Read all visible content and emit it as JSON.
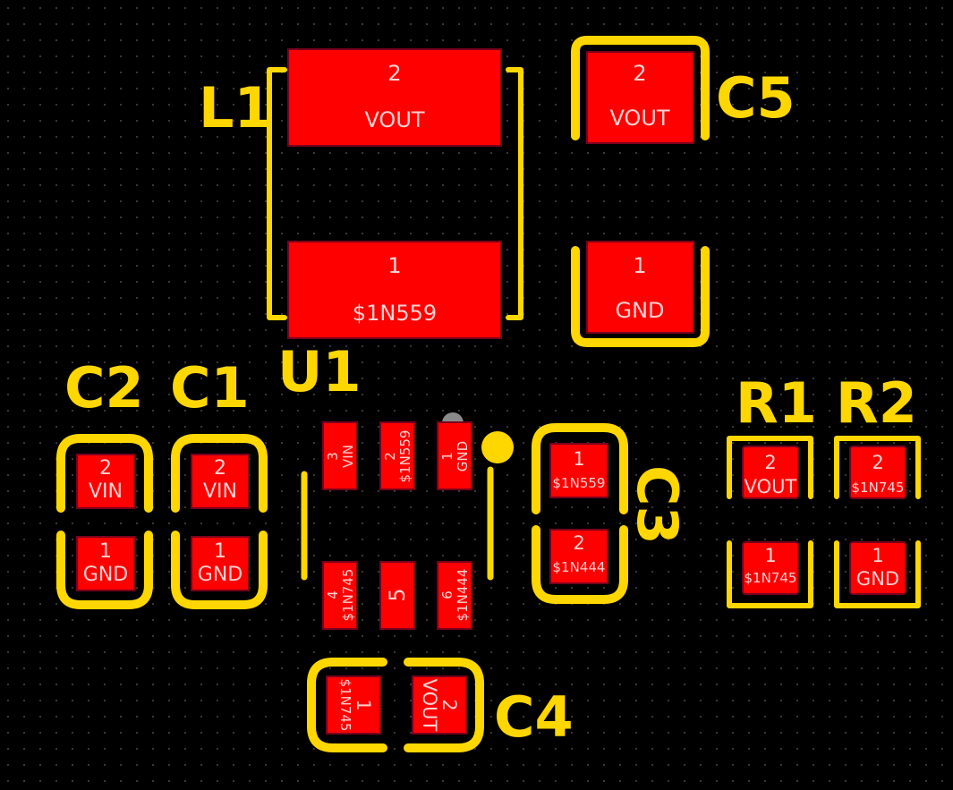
{
  "components": {
    "L1": {
      "ref": "L1",
      "pads": [
        {
          "num": "2",
          "net": "VOUT"
        },
        {
          "num": "1",
          "net": "$1N559"
        }
      ]
    },
    "C5": {
      "ref": "C5",
      "pads": [
        {
          "num": "2",
          "net": "VOUT"
        },
        {
          "num": "1",
          "net": "GND"
        }
      ]
    },
    "U1": {
      "ref": "U1",
      "pads": [
        {
          "num": "3",
          "net": "VIN"
        },
        {
          "num": "2",
          "net": "$1N559"
        },
        {
          "num": "1",
          "net": "GND"
        },
        {
          "num": "4",
          "net": "$1N745"
        },
        {
          "num": "5",
          "net": ""
        },
        {
          "num": "6",
          "net": "$1N444"
        }
      ]
    },
    "C2": {
      "ref": "C2",
      "pads": [
        {
          "num": "2",
          "net": "VIN"
        },
        {
          "num": "1",
          "net": "GND"
        }
      ]
    },
    "C1": {
      "ref": "C1",
      "pads": [
        {
          "num": "2",
          "net": "VIN"
        },
        {
          "num": "1",
          "net": "GND"
        }
      ]
    },
    "C3": {
      "ref": "C3",
      "pads": [
        {
          "num": "1",
          "net": "$1N559"
        },
        {
          "num": "2",
          "net": "$1N444"
        }
      ]
    },
    "R1": {
      "ref": "R1",
      "pads": [
        {
          "num": "2",
          "net": "VOUT"
        },
        {
          "num": "1",
          "net": "$1N745"
        }
      ]
    },
    "R2": {
      "ref": "R2",
      "pads": [
        {
          "num": "2",
          "net": "$1N745"
        },
        {
          "num": "1",
          "net": "GND"
        }
      ]
    },
    "C4": {
      "ref": "C4",
      "pads": [
        {
          "num": "1",
          "net": "$1N745"
        },
        {
          "num": "2",
          "net": "VOUT"
        }
      ]
    }
  },
  "colors": {
    "copper": "#ff0000",
    "silkscreen": "#ffd700",
    "background": "#000000",
    "pad_text": "#ffd0d0"
  }
}
